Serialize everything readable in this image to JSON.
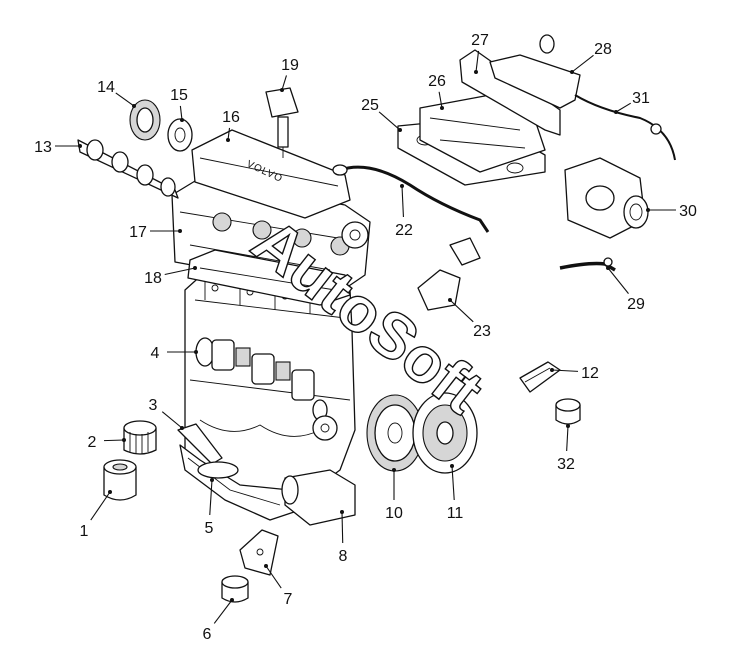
{
  "diagram": {
    "brand_stamp": "VOLVO",
    "watermark": "AutoSoft",
    "callouts": [
      {
        "id": "1",
        "label": "1"
      },
      {
        "id": "2",
        "label": "2"
      },
      {
        "id": "3",
        "label": "3"
      },
      {
        "id": "4",
        "label": "4"
      },
      {
        "id": "5",
        "label": "5"
      },
      {
        "id": "6",
        "label": "6"
      },
      {
        "id": "7",
        "label": "7"
      },
      {
        "id": "8",
        "label": "8"
      },
      {
        "id": "10",
        "label": "10"
      },
      {
        "id": "11",
        "label": "11"
      },
      {
        "id": "12",
        "label": "12"
      },
      {
        "id": "13",
        "label": "13"
      },
      {
        "id": "14",
        "label": "14"
      },
      {
        "id": "15",
        "label": "15"
      },
      {
        "id": "16",
        "label": "16"
      },
      {
        "id": "17",
        "label": "17"
      },
      {
        "id": "18",
        "label": "18"
      },
      {
        "id": "19",
        "label": "19"
      },
      {
        "id": "22",
        "label": "22"
      },
      {
        "id": "23",
        "label": "23"
      },
      {
        "id": "25",
        "label": "25"
      },
      {
        "id": "26",
        "label": "26"
      },
      {
        "id": "27",
        "label": "27"
      },
      {
        "id": "28",
        "label": "28"
      },
      {
        "id": "29",
        "label": "29"
      },
      {
        "id": "30",
        "label": "30"
      },
      {
        "id": "31",
        "label": "31"
      },
      {
        "id": "32",
        "label": "32"
      }
    ]
  }
}
